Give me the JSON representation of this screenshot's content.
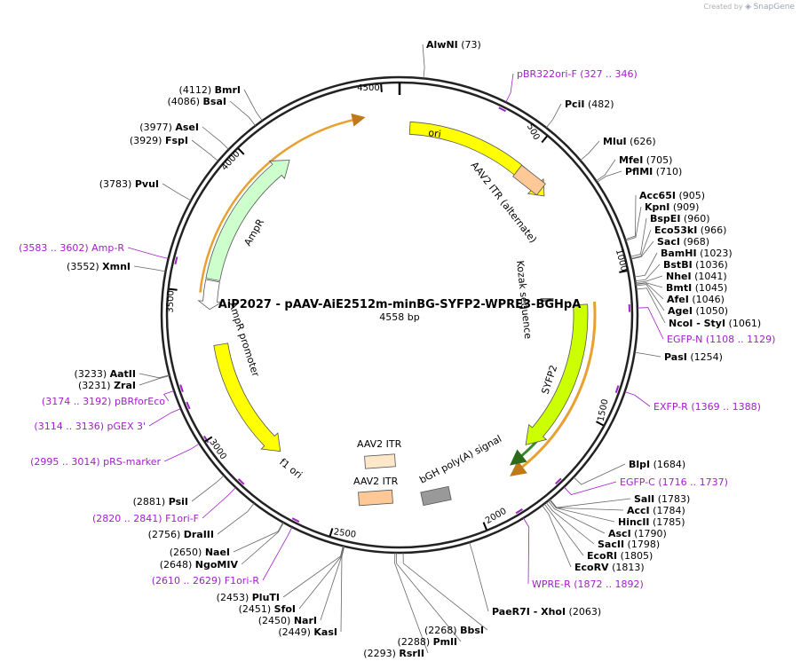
{
  "credit": {
    "prefix": "Created by",
    "brand": "SnapGene",
    "icon": "snapgene-logo-icon"
  },
  "plasmid": {
    "name": "AiP2027 - pAAV-AiE2512m-minBG-SYFP2-WPRE3-BGHpA",
    "length": 4558,
    "length_label": "4558 bp"
  },
  "ticks": [
    "500",
    "1000",
    "1500",
    "2000",
    "2500",
    "3000",
    "3500",
    "4000",
    "4500"
  ],
  "restriction_sites": [
    {
      "name": "AlwNI",
      "pos": "(73)",
      "side": "R"
    },
    {
      "name": "PciI",
      "pos": "(482)",
      "side": "R"
    },
    {
      "name": "MluI",
      "pos": "(626)",
      "side": "R"
    },
    {
      "name": "MfeI",
      "pos": "(705)",
      "side": "R"
    },
    {
      "name": "PflMI",
      "pos": "(710)",
      "side": "R"
    },
    {
      "name": "Acc65I",
      "pos": "(905)",
      "side": "R"
    },
    {
      "name": "KpnI",
      "pos": "(909)",
      "side": "R"
    },
    {
      "name": "BspEI",
      "pos": "(960)",
      "side": "R"
    },
    {
      "name": "Eco53kI",
      "pos": "(966)",
      "side": "R"
    },
    {
      "name": "SacI",
      "pos": "(968)",
      "side": "R"
    },
    {
      "name": "BamHI",
      "pos": "(1023)",
      "side": "R"
    },
    {
      "name": "BstBI",
      "pos": "(1036)",
      "side": "R"
    },
    {
      "name": "NheI",
      "pos": "(1041)",
      "side": "R"
    },
    {
      "name": "BmtI",
      "pos": "(1045)",
      "side": "R"
    },
    {
      "name": "AfeI",
      "pos": "(1046)",
      "side": "R"
    },
    {
      "name": "AgeI",
      "pos": "(1050)",
      "side": "R"
    },
    {
      "name": "NcoI  - StyI",
      "pos": "(1061)",
      "side": "R"
    },
    {
      "name": "PasI",
      "pos": "(1254)",
      "side": "R"
    },
    {
      "name": "BlpI",
      "pos": "(1684)",
      "side": "R"
    },
    {
      "name": "SalI",
      "pos": "(1783)",
      "side": "R"
    },
    {
      "name": "AccI",
      "pos": "(1784)",
      "side": "R"
    },
    {
      "name": "HincII",
      "pos": "(1785)",
      "side": "R"
    },
    {
      "name": "AscI",
      "pos": "(1790)",
      "side": "R"
    },
    {
      "name": "SacII",
      "pos": "(1798)",
      "side": "R"
    },
    {
      "name": "EcoRI",
      "pos": "(1805)",
      "side": "R"
    },
    {
      "name": "EcoRV",
      "pos": "(1813)",
      "side": "R"
    },
    {
      "name": "PaeR7I  - XhoI",
      "pos": "(2063)",
      "side": "R"
    },
    {
      "name": "BbsI",
      "pos": "(2268)",
      "side": "L"
    },
    {
      "name": "PmlI",
      "pos": "(2288)",
      "side": "L"
    },
    {
      "name": "RsrII",
      "pos": "(2293)",
      "side": "L"
    },
    {
      "name": "KasI",
      "pos": "(2449)",
      "side": "L"
    },
    {
      "name": "NarI",
      "pos": "(2450)",
      "side": "L"
    },
    {
      "name": "SfoI",
      "pos": "(2451)",
      "side": "L"
    },
    {
      "name": "PluTI",
      "pos": "(2453)",
      "side": "L"
    },
    {
      "name": "NgoMIV",
      "pos": "(2648)",
      "side": "L"
    },
    {
      "name": "NaeI",
      "pos": "(2650)",
      "side": "L"
    },
    {
      "name": "DraIII",
      "pos": "(2756)",
      "side": "L"
    },
    {
      "name": "PsiI",
      "pos": "(2881)",
      "side": "L"
    },
    {
      "name": "ZraI",
      "pos": "(3231)",
      "side": "L"
    },
    {
      "name": "AatII",
      "pos": "(3233)",
      "side": "L"
    },
    {
      "name": "XmnI",
      "pos": "(3552)",
      "side": "L"
    },
    {
      "name": "PvuI",
      "pos": "(3783)",
      "side": "L"
    },
    {
      "name": "FspI",
      "pos": "(3929)",
      "side": "L"
    },
    {
      "name": "AseI",
      "pos": "(3977)",
      "side": "L"
    },
    {
      "name": "BsaI",
      "pos": "(4086)",
      "side": "L"
    },
    {
      "name": "BmrI",
      "pos": "(4112)",
      "side": "L"
    }
  ],
  "primers": [
    {
      "name": "pBR322ori-F",
      "range": "(327 .. 346)",
      "side": "R"
    },
    {
      "name": "EGFP-N",
      "range": "(1108 .. 1129)",
      "side": "R"
    },
    {
      "name": "EXFP-R",
      "range": "(1369 .. 1388)",
      "side": "R"
    },
    {
      "name": "EGFP-C",
      "range": "(1716 .. 1737)",
      "side": "R"
    },
    {
      "name": "WPRE-R",
      "range": "(1872 .. 1892)",
      "side": "R"
    },
    {
      "name": "F1ori-R",
      "range": "(2610 .. 2629)",
      "side": "L"
    },
    {
      "name": "F1ori-F",
      "range": "(2820 .. 2841)",
      "side": "L"
    },
    {
      "name": "pRS-marker",
      "range": "(2995 .. 3014)",
      "side": "L"
    },
    {
      "name": "pGEX 3'",
      "range": "(3114 .. 3136)",
      "side": "L"
    },
    {
      "name": "pBRforEco",
      "range": "(3174 .. 3192)",
      "side": "L"
    },
    {
      "name": "Amp-R",
      "range": "(3583 .. 3602)",
      "side": "L"
    }
  ],
  "features": {
    "ori": "ori",
    "aav2_itr_alt": "AAV2 ITR (alternate)",
    "kozak": "Kozak sequence",
    "syfp2": "SYFP2",
    "bgh": "bGH poly(A) signal",
    "aav2_itr_top": "AAV2 ITR",
    "aav2_itr_bottom": "AAV2 ITR",
    "f1ori": "f1 ori",
    "ampr": "AmpR",
    "ampr_promoter": "AmpR promoter"
  },
  "colors": {
    "primer": "#a020c8",
    "ori": "#ffff00",
    "syfp2": "#ccff00",
    "ampr": "#ccffcc",
    "itr": "#ffc896",
    "bgh": "#999999",
    "orange_arc": "#e8a030",
    "green_arc": "#3a8a2a"
  }
}
